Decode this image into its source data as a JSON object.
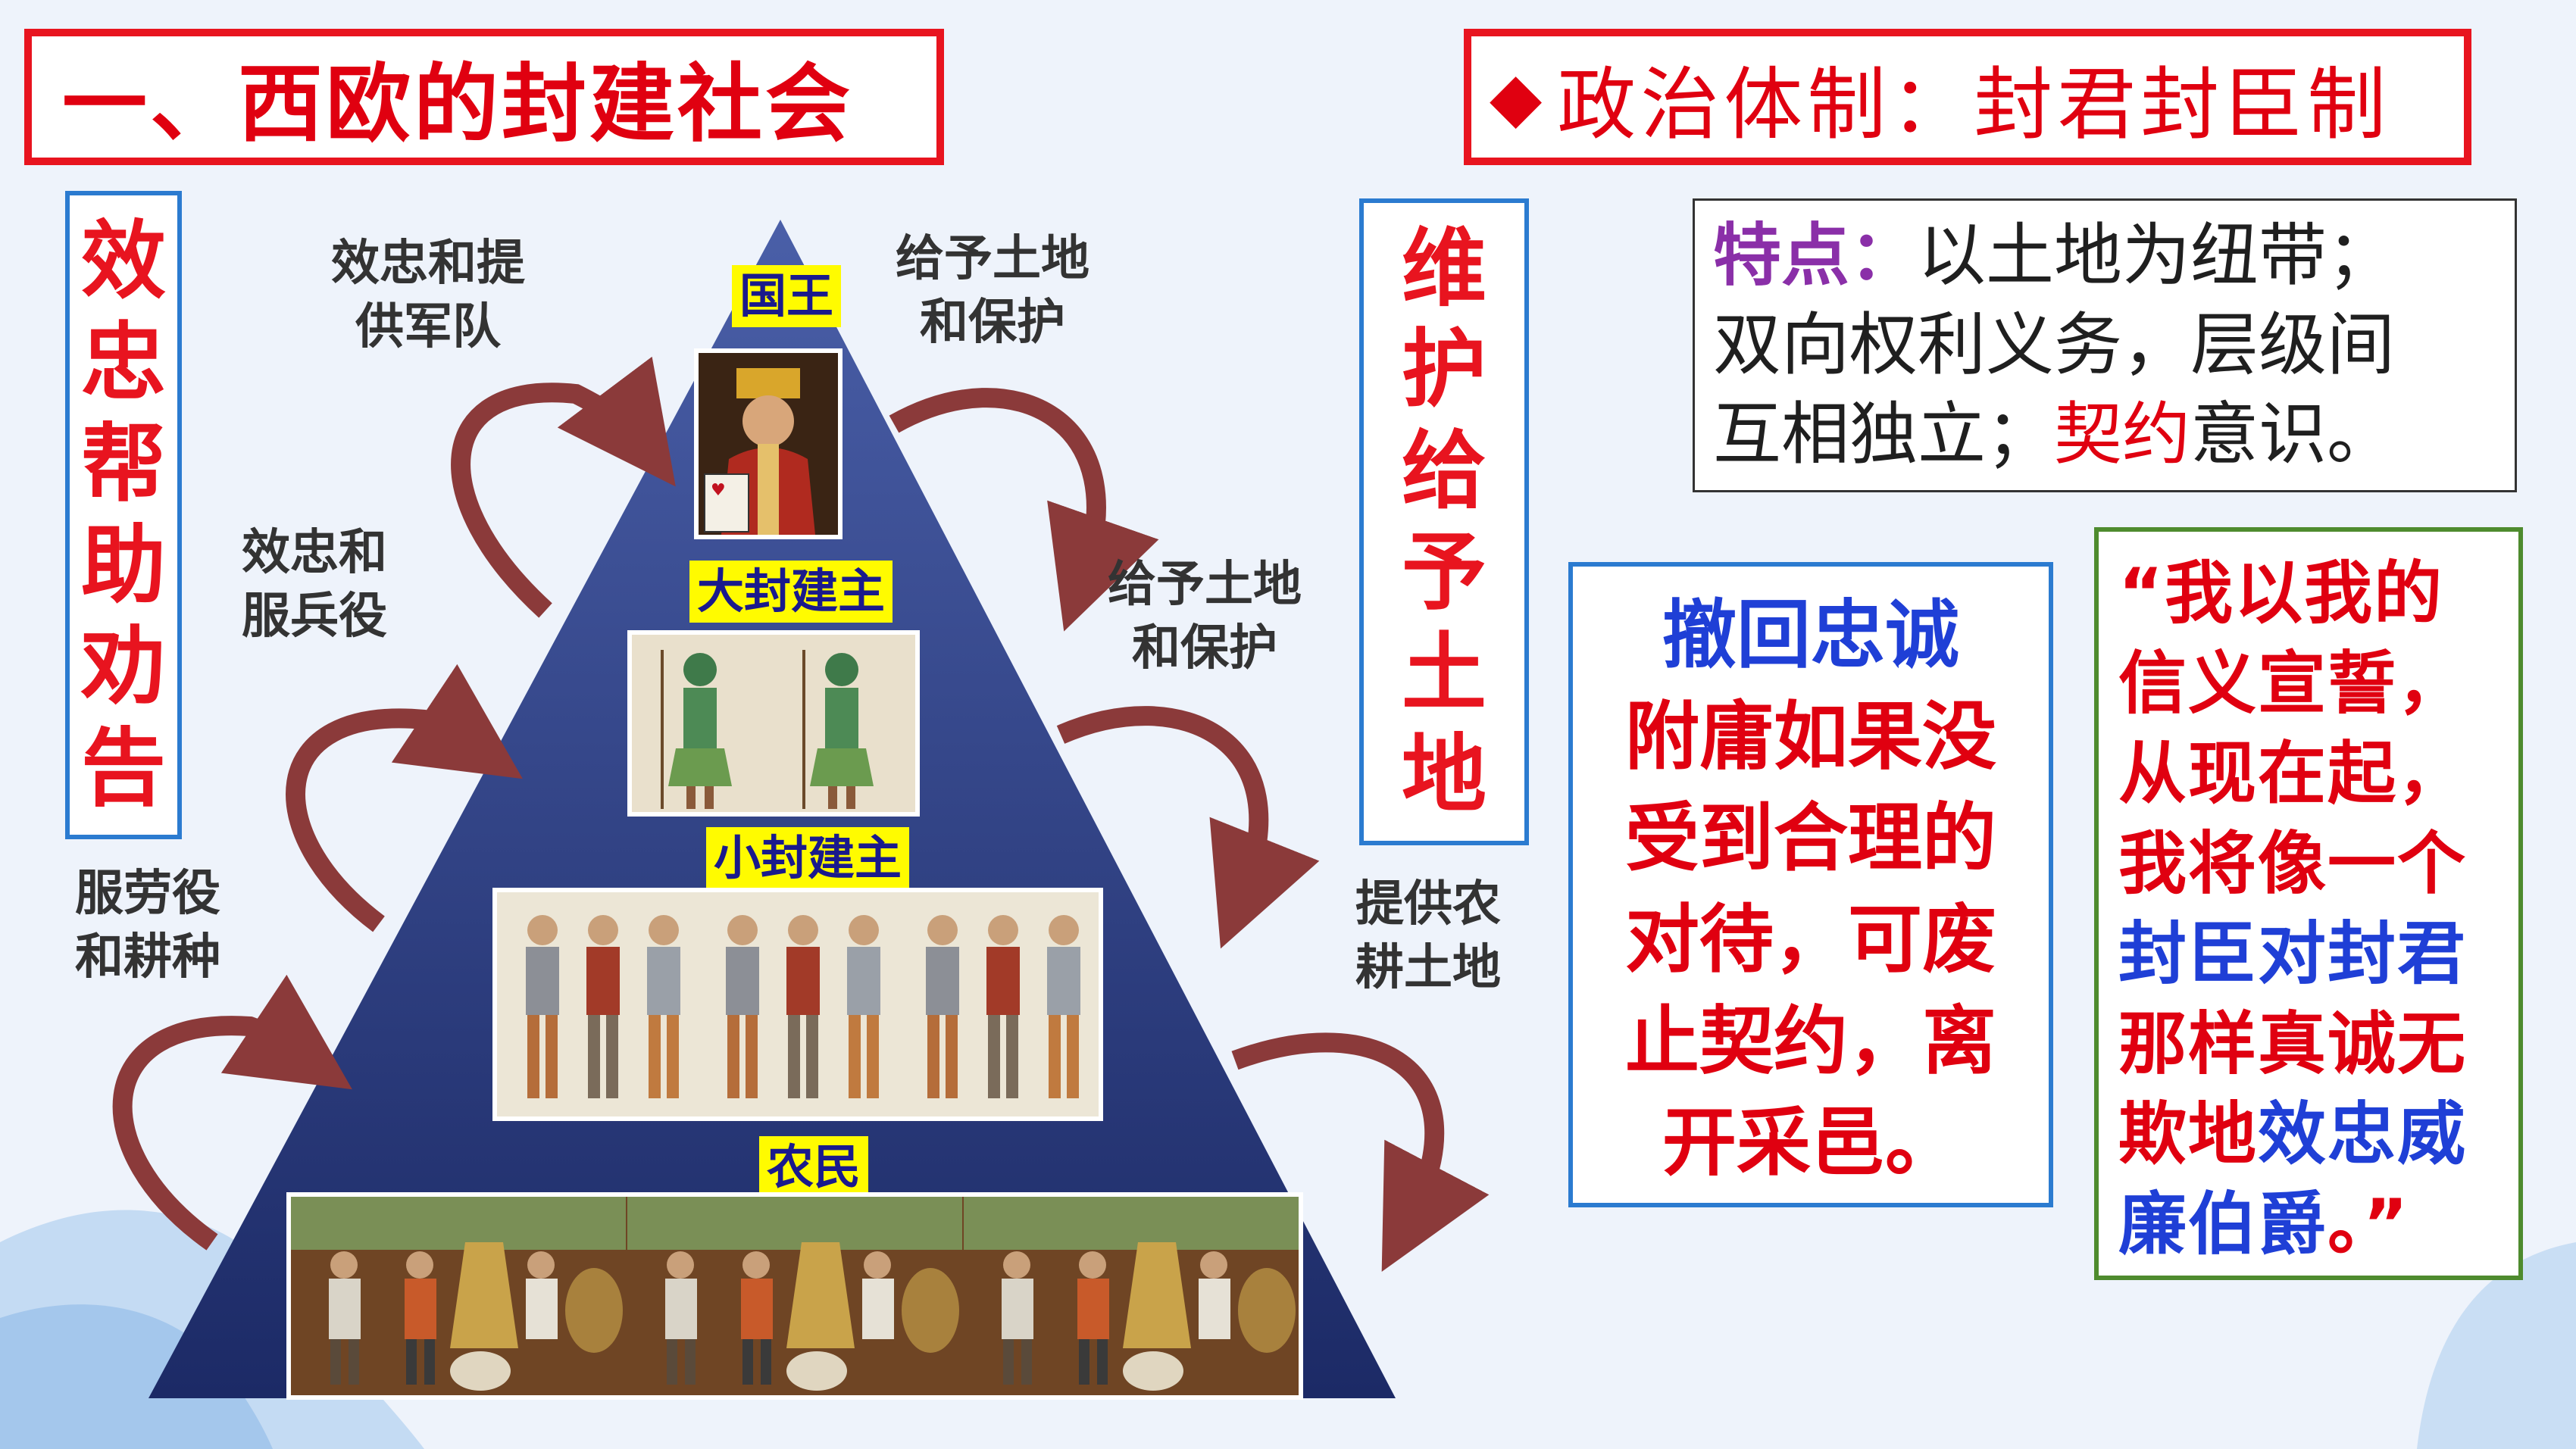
{
  "title_left": "一、西欧的封建社会",
  "title_right": "政治体制：封君封臣制",
  "title_right_icon": "diamond-icon",
  "left_vertical": [
    "效",
    "忠",
    "帮",
    "助",
    "劝",
    "告"
  ],
  "right_vertical": [
    "维",
    "护",
    "给",
    "予",
    "土",
    "地"
  ],
  "labels": {
    "loyal_army": [
      "效忠和提",
      "供军队"
    ],
    "give_land_1": [
      "给予土地",
      "和保护"
    ],
    "loyal_service": [
      "效忠和",
      "服兵役"
    ],
    "give_land_2": [
      "给予土地",
      "和保护"
    ],
    "labor": [
      "服劳役",
      "和耕种"
    ],
    "provide_land": [
      "提供农",
      "耕土地"
    ]
  },
  "tiers": [
    "国王",
    "大封建主",
    "小封建主",
    "农民"
  ],
  "features": {
    "head": "特点：",
    "line1_rest": "以土地为纽带；",
    "line2": "双向权利义务，层级间",
    "line3_a": "互相独立；",
    "line3_b": "契约",
    "line3_c": "意识。"
  },
  "revoke": {
    "heading": "撤回忠诚",
    "lines": [
      "附庸如果没",
      "受到合理的",
      "对待，可废",
      "止契约，离",
      "开采邑。"
    ]
  },
  "oath": {
    "l1": "“我以我的",
    "l2": "信义宣誓，",
    "l3": "从现在起，",
    "l4": "我将像一个",
    "l5": "封臣对封君",
    "l6": "那样真诚无",
    "l7a": "欺地",
    "l7b": "效忠威",
    "l8a": "廉伯爵",
    "l8b": "。”"
  },
  "colors": {
    "pyramid_top": "#4a5fa8",
    "pyramid_bottom": "#1c2a66",
    "arrow": "#8b3a3a",
    "accent_red": "#e00010",
    "accent_blue": "#1f3fd6"
  }
}
